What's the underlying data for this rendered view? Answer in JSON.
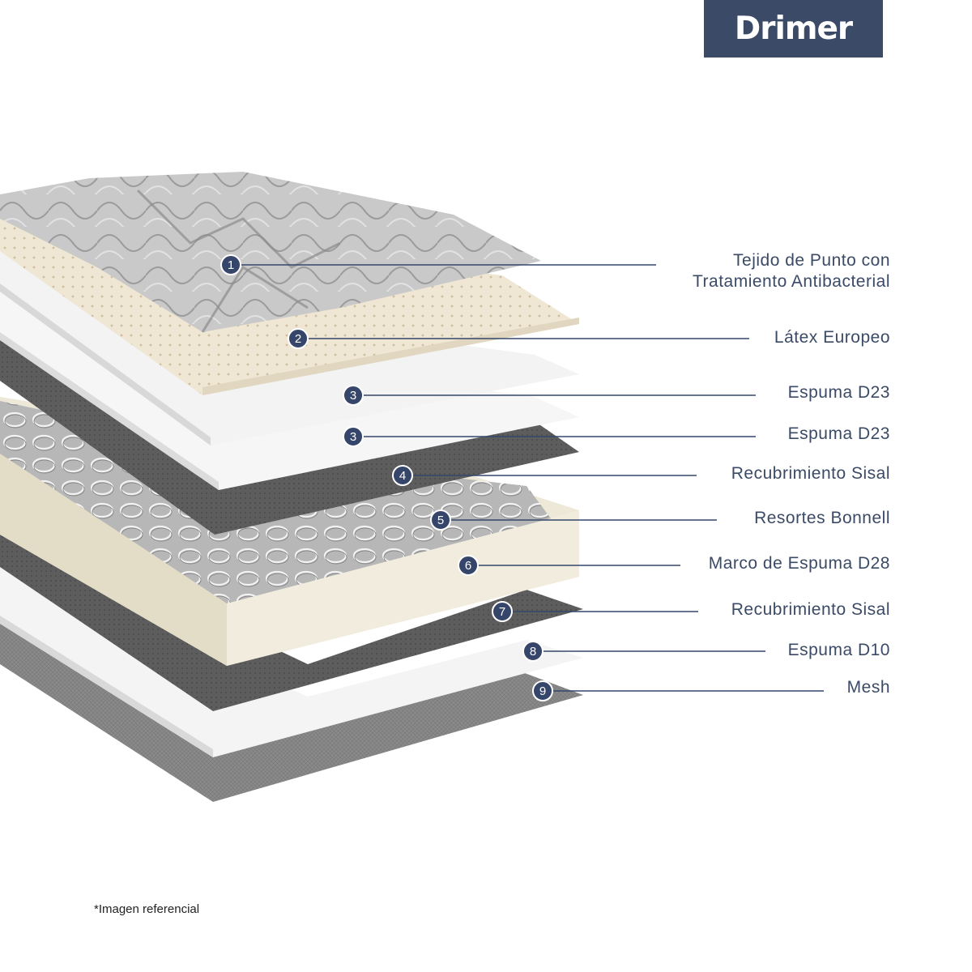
{
  "brand": {
    "logo_text": "Drimer"
  },
  "layers": [
    {
      "num": "1",
      "lines": [
        "Tejido de Punto con",
        "Tratamiento Antibacterial"
      ]
    },
    {
      "num": "2",
      "lines": [
        "Látex Europeo"
      ]
    },
    {
      "num": "3",
      "lines": [
        "Espuma D23"
      ]
    },
    {
      "num": "3",
      "lines": [
        "Espuma D23"
      ]
    },
    {
      "num": "4",
      "lines": [
        "Recubrimiento Sisal"
      ]
    },
    {
      "num": "5",
      "lines": [
        "Resortes Bonnell"
      ]
    },
    {
      "num": "6",
      "lines": [
        "Marco de Espuma D28"
      ]
    },
    {
      "num": "7",
      "lines": [
        "Recubrimiento Sisal"
      ]
    },
    {
      "num": "8",
      "lines": [
        "Espuma D10"
      ]
    },
    {
      "num": "9",
      "lines": [
        "Mesh"
      ]
    }
  ],
  "footnote": "*Imagen referencial",
  "colors": {
    "brand_navy": "#3b4a66",
    "marker": "#35466a"
  }
}
